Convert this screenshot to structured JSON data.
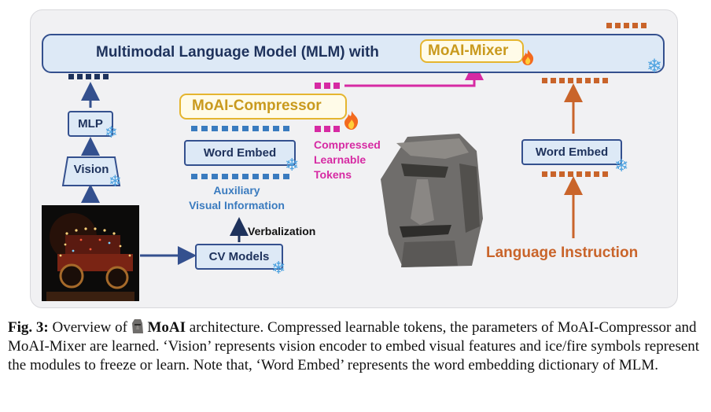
{
  "diagram": {
    "mlm_title": "Multimodal Language Model (MLM) with",
    "mixer_label": "MoAI-Mixer",
    "compressor_label": "MoAI-Compressor",
    "mlp_label": "MLP",
    "vision_label": "Vision",
    "word_embed_left": "Word Embed",
    "word_embed_right": "Word Embed",
    "cv_models_label": "CV Models",
    "verbalization_label": "Verbalization",
    "aux_line1": "Auxiliary",
    "aux_line2": "Visual Information",
    "compressed_line1": "Compressed",
    "compressed_line2": "Learnable",
    "compressed_line3": "Tokens",
    "language_instruction": "Language Instruction",
    "colors": {
      "navy": "#34508e",
      "blue_tokens": "#3a7bbf",
      "pink": "#d62aa3",
      "orange": "#c9642a",
      "gold": "#e5b52f"
    },
    "icons": [
      "snowflake-icon",
      "fire-icon",
      "moai-icon",
      "car-photo"
    ]
  },
  "caption": {
    "fig_label": "Fig. 3:",
    "text_before": " Overview of ",
    "name": "MoAI",
    "text_after": " architecture. Compressed learnable tokens, the parameters of MoAI-Compressor and MoAI-Mixer are learned. ‘Vision’ represents vision encoder to embed visual features and ice/fire symbols represent the modules to freeze or learn. Note that, ‘Word Embed’ represents the word embedding dictionary of MLM."
  }
}
